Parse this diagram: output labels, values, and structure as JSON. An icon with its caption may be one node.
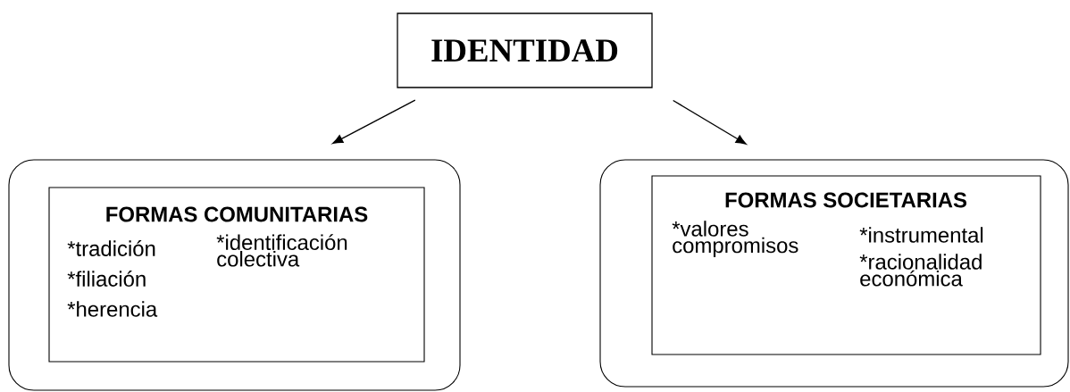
{
  "diagram": {
    "nodes": [
      {
        "text": [
          "IDENTIDAD"
        ]
      },
      {
        "text": [],
        "shape": "box"
      },
      {
        "text": [
          "FORMAS COMUNITARIAS",
          "*tradición",
          "*identificación colectiva",
          "*filiación",
          "*herencia"
        ],
        "in": 1
      },
      {
        "text": [],
        "shape": "box"
      },
      {
        "text": [
          "FORMAS SOCIETARIAS",
          "*valores compromisos",
          "*instrumental",
          "*racionalidad económica"
        ],
        "in": 3
      }
    ],
    "edges": [
      {
        "from": 0,
        "to": 1,
        "arrow": "to"
      },
      {
        "from": 0,
        "to": 3,
        "arrow": "to"
      }
    ]
  }
}
